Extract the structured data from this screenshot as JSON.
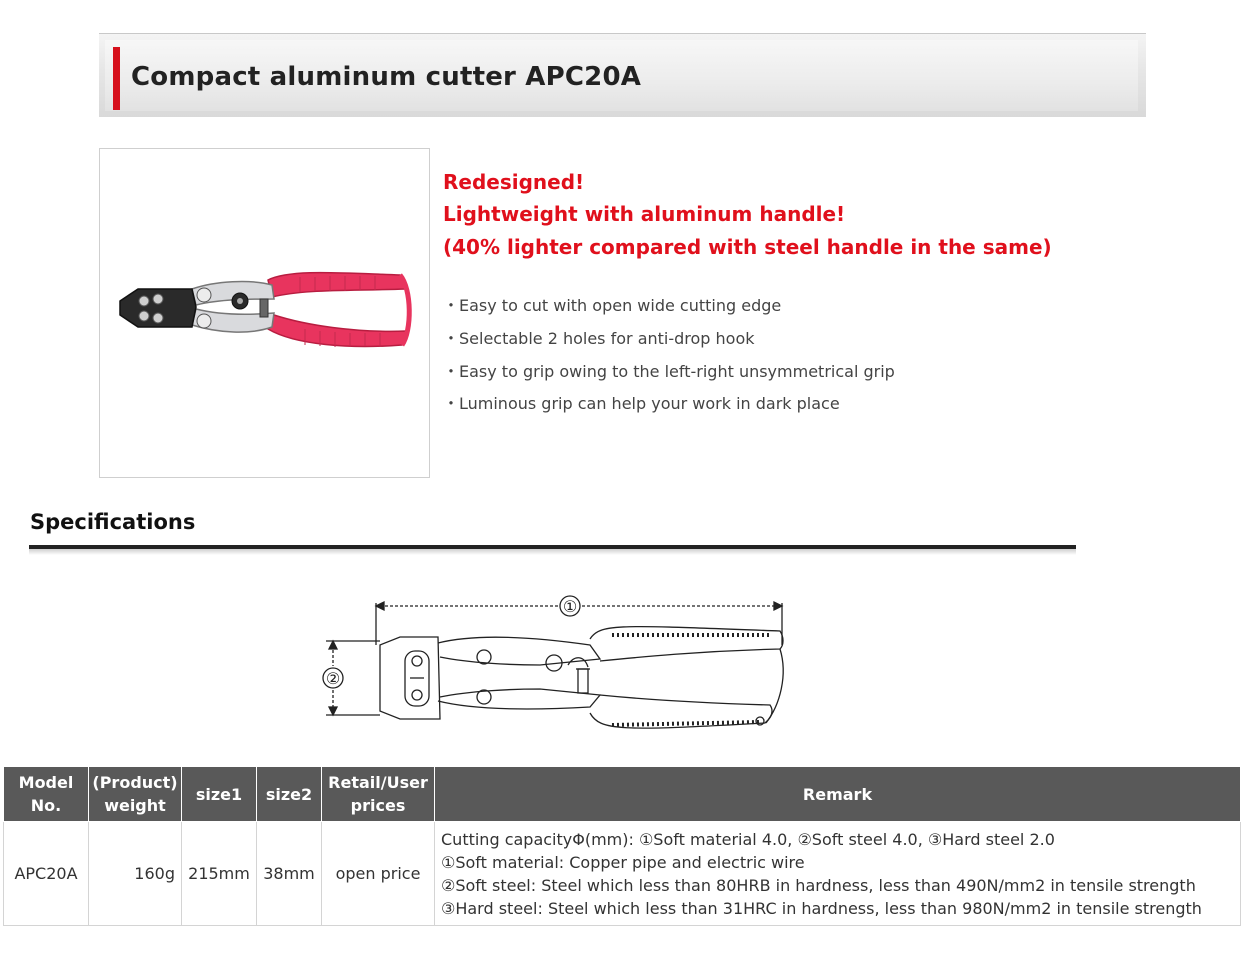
{
  "title": "Compact aluminum cutter APC20A",
  "headlines": [
    "Redesigned!",
    "Lightweight with aluminum handle!",
    "(40% lighter compared with steel handle in the same)"
  ],
  "features": [
    "・Easy to cut with open wide cutting edge",
    "・Selectable 2 holes for anti-drop hook",
    "・Easy to grip owing to the left-right unsymmetrical grip",
    "・Luminous grip can help your work in dark place"
  ],
  "specifications_heading": "Specifications",
  "diagram": {
    "label_1": "①",
    "label_2": "②"
  },
  "table": {
    "headers": {
      "model_line1": "Model",
      "model_line2": "No.",
      "weight_line1": "(Product)",
      "weight_line2": "weight",
      "size1": "size1",
      "size2": "size2",
      "price_line1": "Retail/User",
      "price_line2": "prices",
      "remark": "Remark"
    },
    "row": {
      "model": "APC20A",
      "weight": "160g",
      "size1": "215mm",
      "size2": "38mm",
      "price": "open price",
      "remarks": [
        "Cutting capacityΦ(mm): ①Soft material 4.0, ②Soft steel 4.0, ③Hard steel 2.0",
        "①Soft material: Copper pipe and electric wire",
        "②Soft steel: Steel which less than 80HRB in hardness, less than 490N/mm2 in tensile strength",
        "③Hard steel: Steel which less than 31HRC in hardness, less than 980N/mm2 in tensile strength"
      ]
    }
  },
  "colors": {
    "accent_red": "#e0101c",
    "header_gray": "#595959",
    "grip_pink": "#e8345e"
  }
}
